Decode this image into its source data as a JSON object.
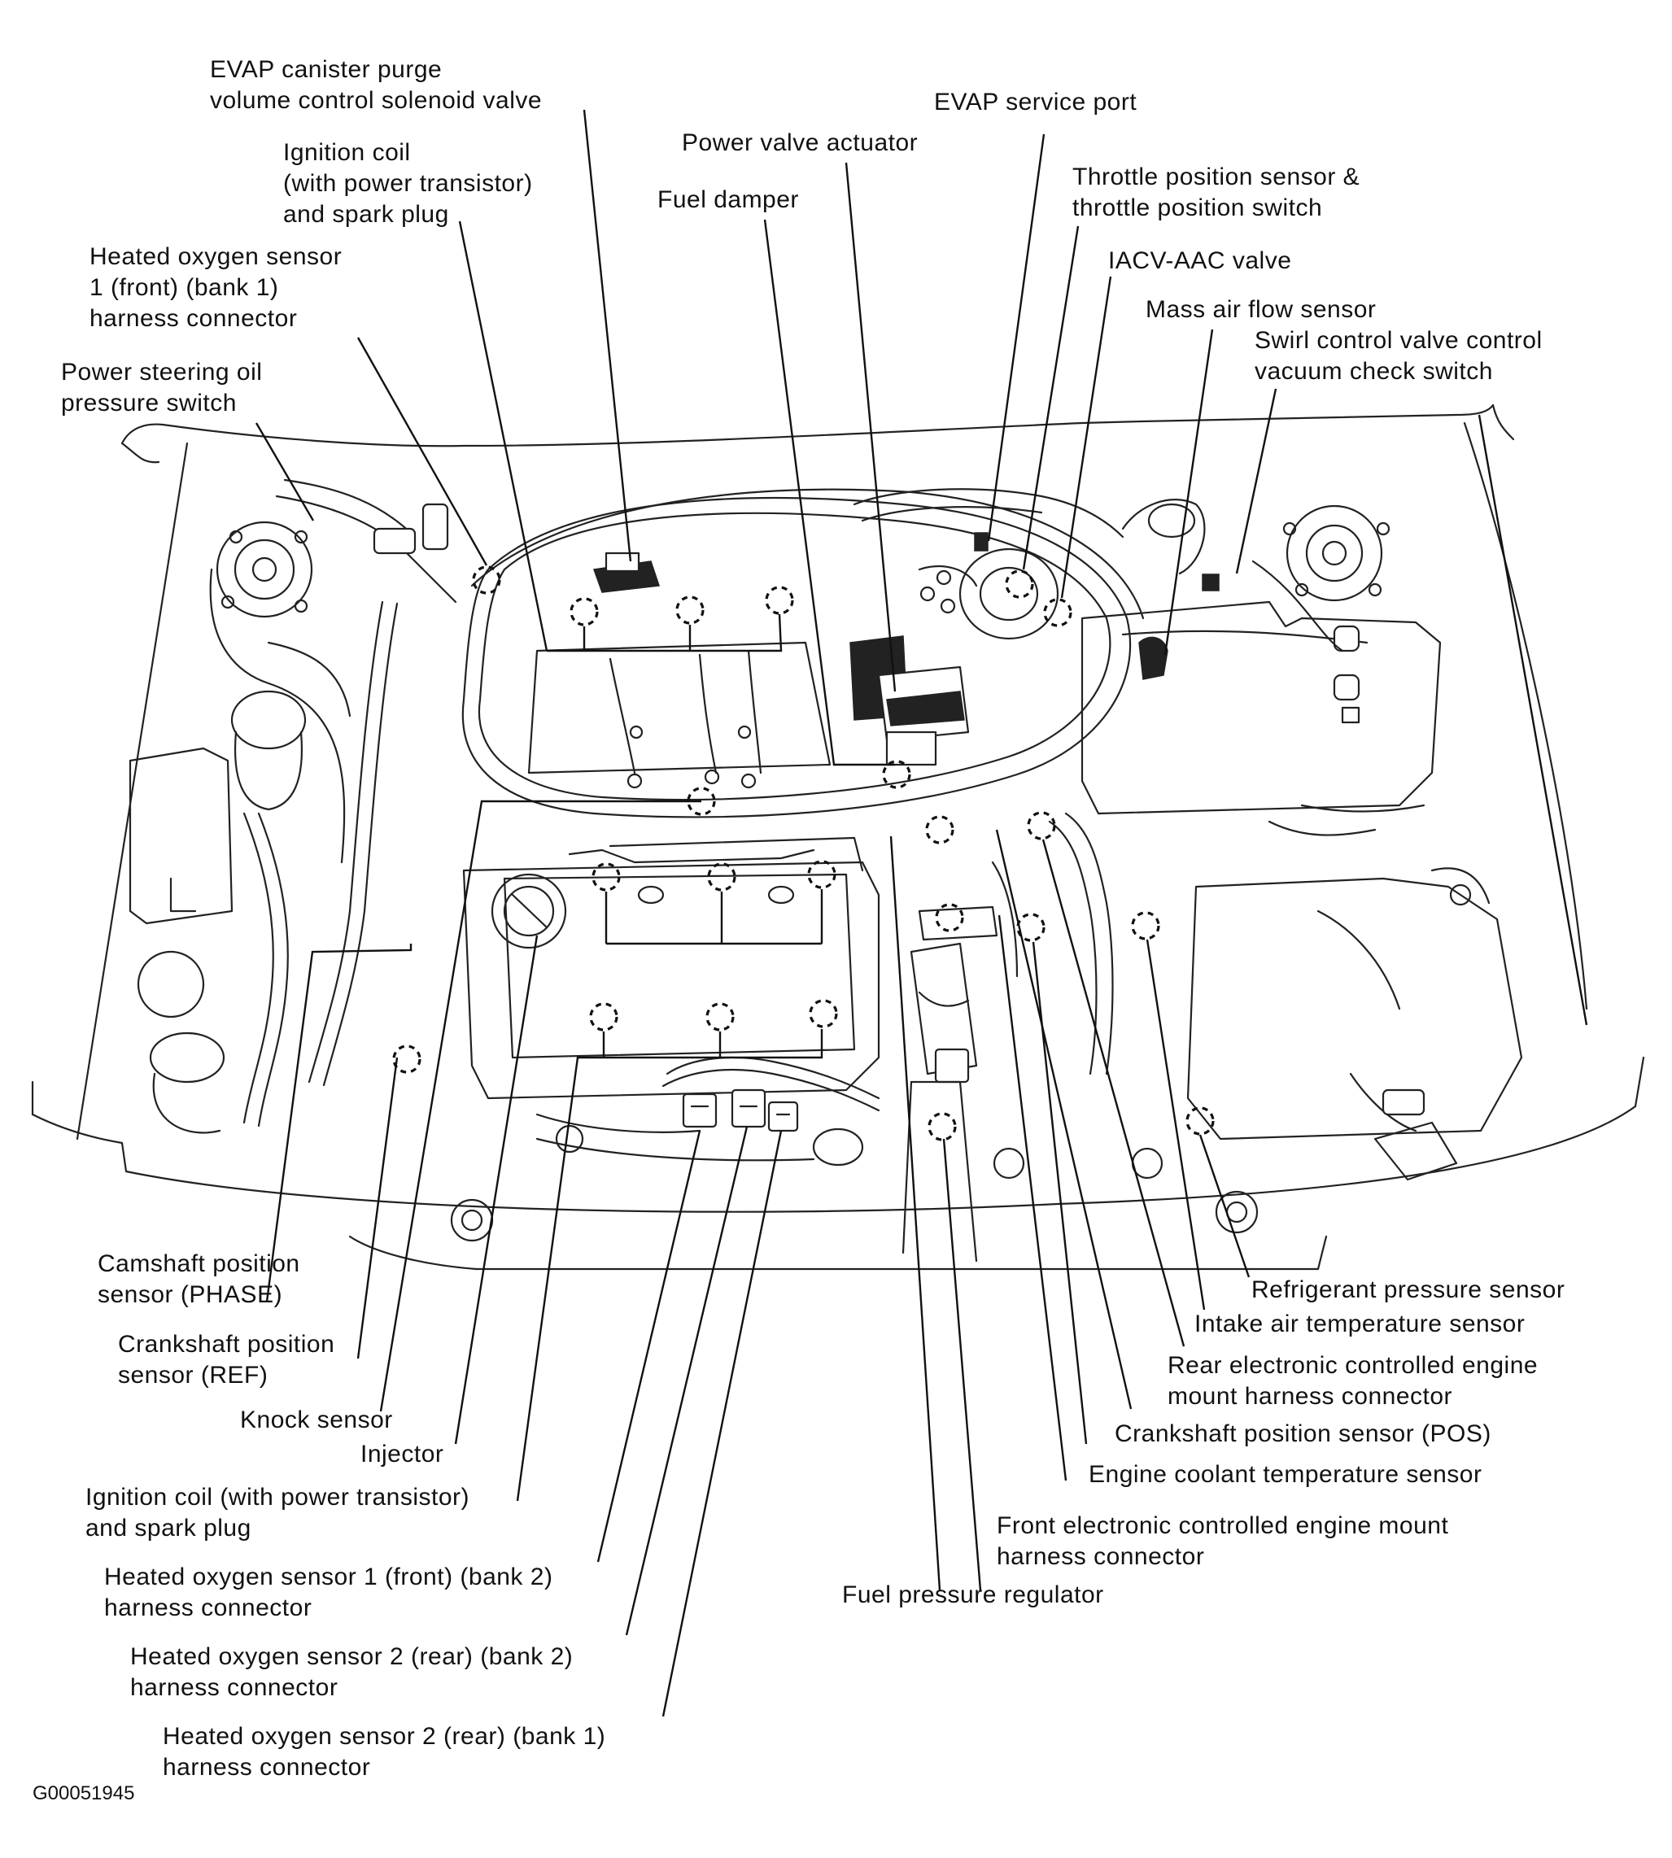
{
  "labels": {
    "evap_purge": [
      "EVAP canister purge",
      "volume control solenoid valve"
    ],
    "evap_service": [
      "EVAP service port"
    ],
    "power_valve": [
      "Power valve actuator"
    ],
    "ign_coil_top": [
      "Ignition coil",
      "(with power transistor)",
      "and spark plug"
    ],
    "fuel_damper": [
      "Fuel damper"
    ],
    "tps": [
      "Throttle position sensor &",
      "throttle position switch"
    ],
    "ho2s1_b1": [
      "Heated oxygen sensor",
      "1 (front) (bank 1)",
      "harness connector"
    ],
    "iacv": [
      "IACV-AAC valve"
    ],
    "maf": [
      "Mass air flow sensor"
    ],
    "swirl": [
      "Swirl control valve control",
      "vacuum check switch"
    ],
    "ps_switch": [
      "Power steering oil",
      "pressure switch"
    ],
    "cmp": [
      "Camshaft position",
      "sensor (PHASE)"
    ],
    "ckp_ref": [
      "Crankshaft position",
      "sensor (REF)"
    ],
    "knock": [
      "Knock sensor"
    ],
    "injector": [
      "Injector"
    ],
    "ign_coil_bottom": [
      "Ignition coil (with power transistor)",
      "and spark plug"
    ],
    "ho2s1_b2": [
      "Heated oxygen sensor 1 (front) (bank 2)",
      "harness connector"
    ],
    "ho2s2_b2": [
      "Heated oxygen sensor 2 (rear) (bank 2)",
      "harness connector"
    ],
    "ho2s2_b1": [
      "Heated oxygen sensor 2 (rear) (bank 1)",
      "harness connector"
    ],
    "refrig": [
      "Refrigerant pressure sensor"
    ],
    "iat": [
      "Intake air temperature sensor"
    ],
    "rear_mount": [
      "Rear electronic controlled engine",
      "mount harness connector"
    ],
    "ckp_pos": [
      "Crankshaft position sensor (POS)"
    ],
    "ect": [
      "Engine coolant temperature sensor"
    ],
    "front_mount": [
      "Front electronic controlled engine mount",
      "harness connector"
    ],
    "fpr": [
      "Fuel pressure regulator"
    ]
  },
  "figure_code": "G00051945"
}
